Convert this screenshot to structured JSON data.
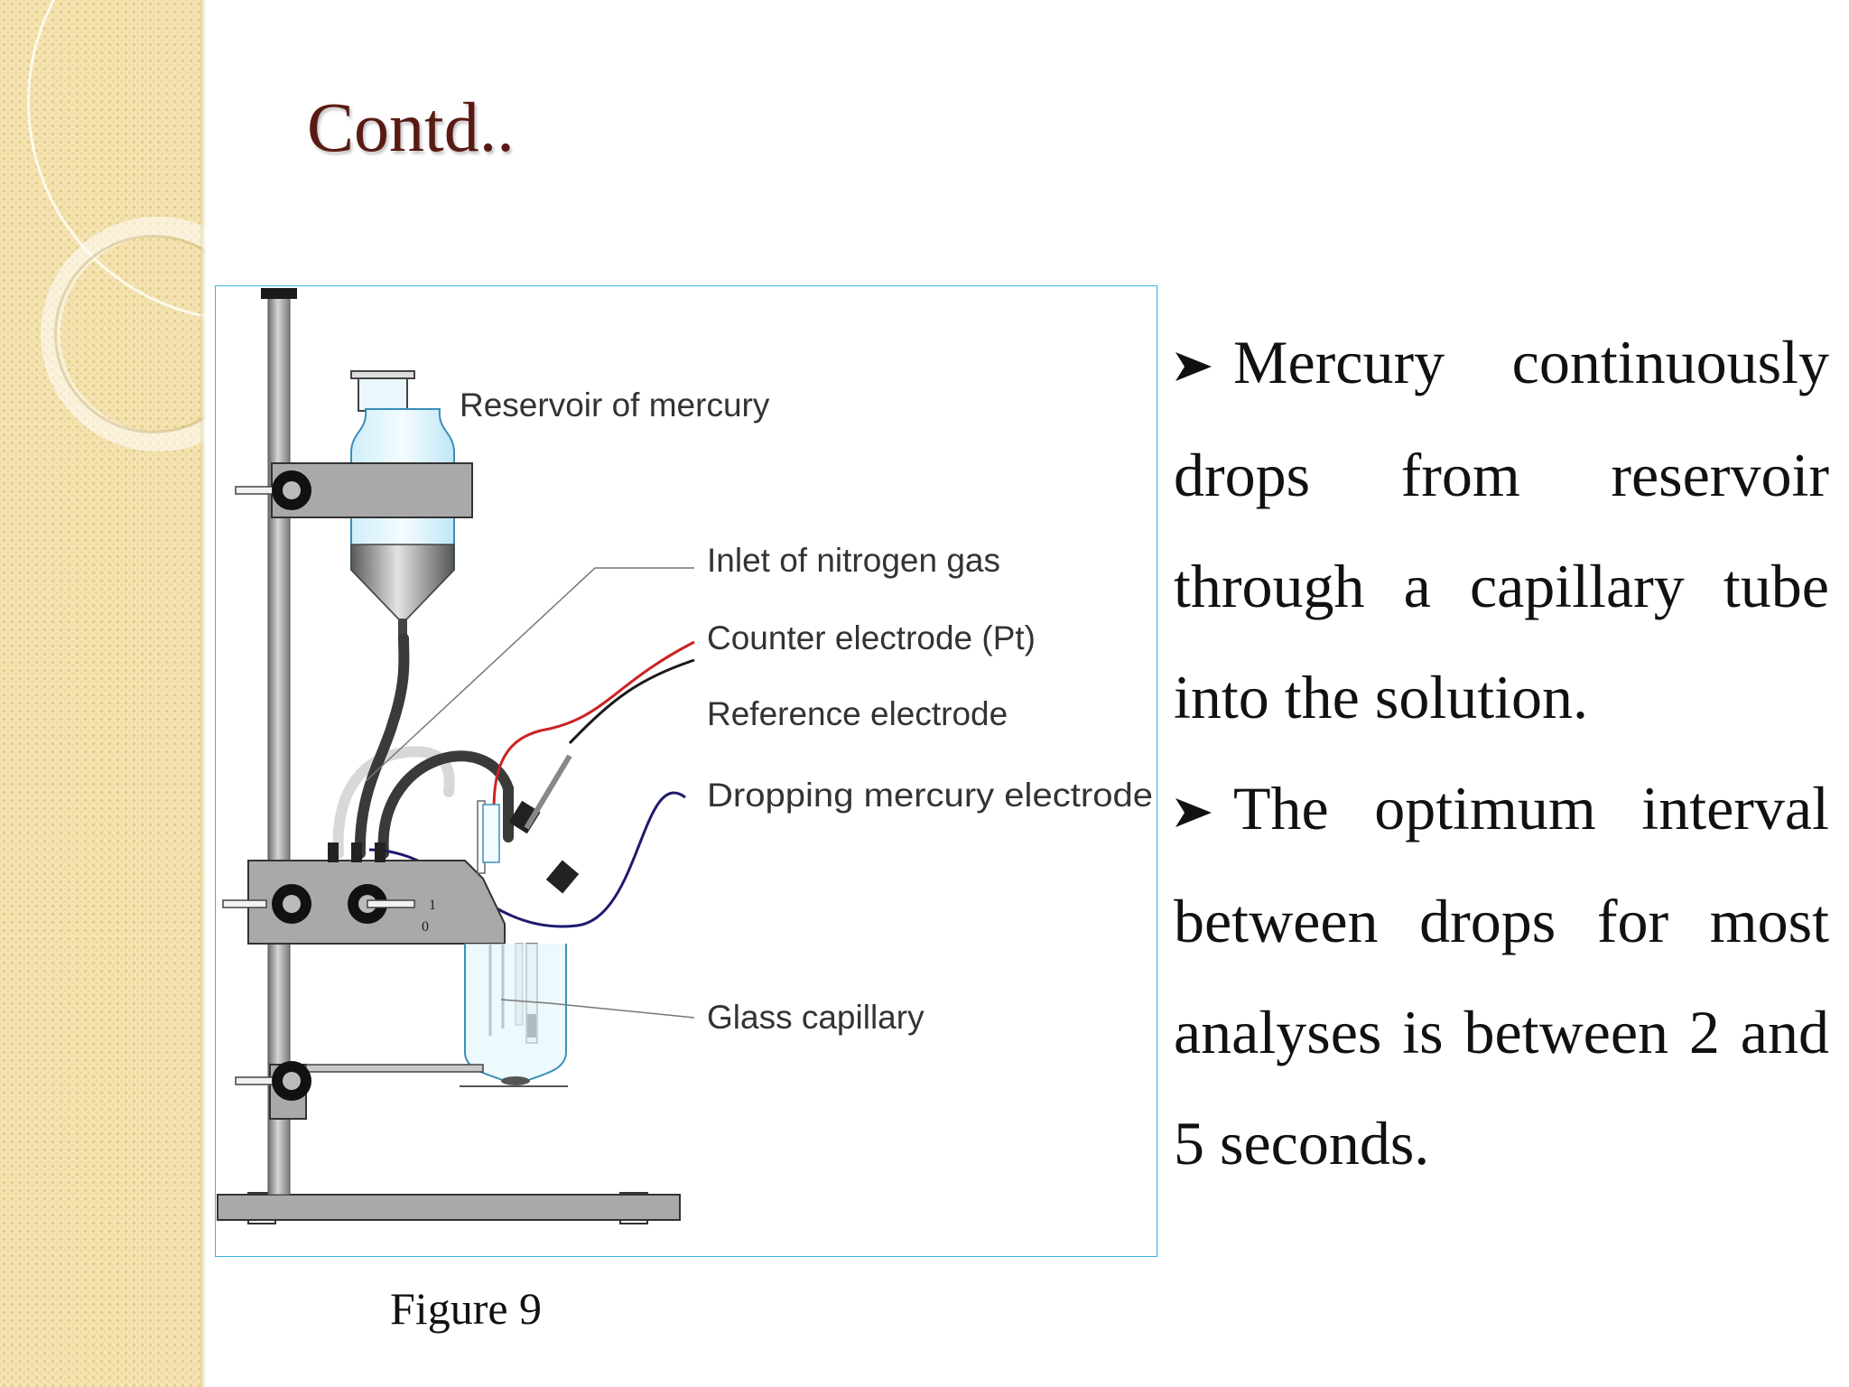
{
  "slide": {
    "title": "Contd..",
    "figure": {
      "caption": "Figure 9",
      "labels": {
        "reservoir": "Reservoir of mercury",
        "nitrogen_inlet": "Inlet of nitrogen gas",
        "counter_electrode": "Counter electrode (Pt)",
        "reference_electrode": "Reference electrode",
        "dropping_electrode": "Dropping mercury electrode",
        "glass_capillary": "Glass capillary"
      },
      "switch_marks": {
        "on": "1",
        "off": "0"
      }
    },
    "bullets": [
      "Mercury continuously drops from reservoir through a capillary tube into the solution.",
      "The optimum interval between drops for most analyses is between 2 and 5 seconds."
    ],
    "colors": {
      "title": "#5a1a14",
      "figure_border": "#38b2e8",
      "counter_wire": "#cc2222",
      "dropping_wire": "#1f1a6e",
      "reference_wire": "#1a1a1a"
    }
  }
}
